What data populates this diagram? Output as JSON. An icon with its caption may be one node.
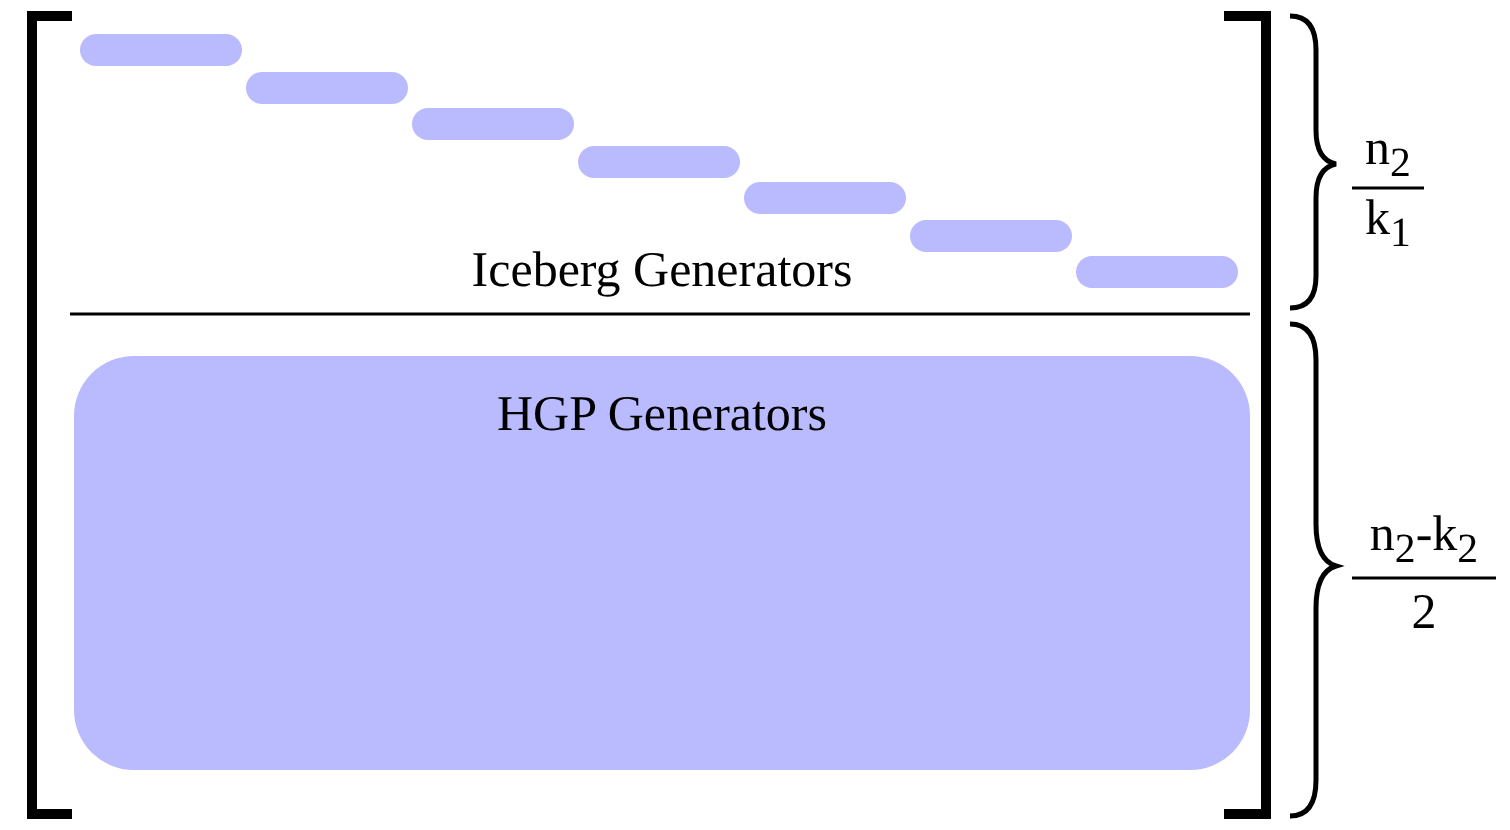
{
  "diagram": {
    "nodes": [
      {
        "text": [],
        "shape": "bar"
      },
      {
        "text": [],
        "shape": "bar"
      },
      {
        "text": [],
        "shape": "bar"
      },
      {
        "text": [],
        "shape": "bar"
      },
      {
        "text": [],
        "shape": "bar"
      },
      {
        "text": [],
        "shape": "bar"
      },
      {
        "text": [],
        "shape": "bar"
      },
      {
        "text": [
          "HGP Generators"
        ]
      }
    ],
    "edges": [],
    "labels": [
      "n$_{2}$",
      "k$_{1}$",
      "Iceberg Generators",
      "n$_{2}$-k$_{2}$",
      "2"
    ]
  }
}
